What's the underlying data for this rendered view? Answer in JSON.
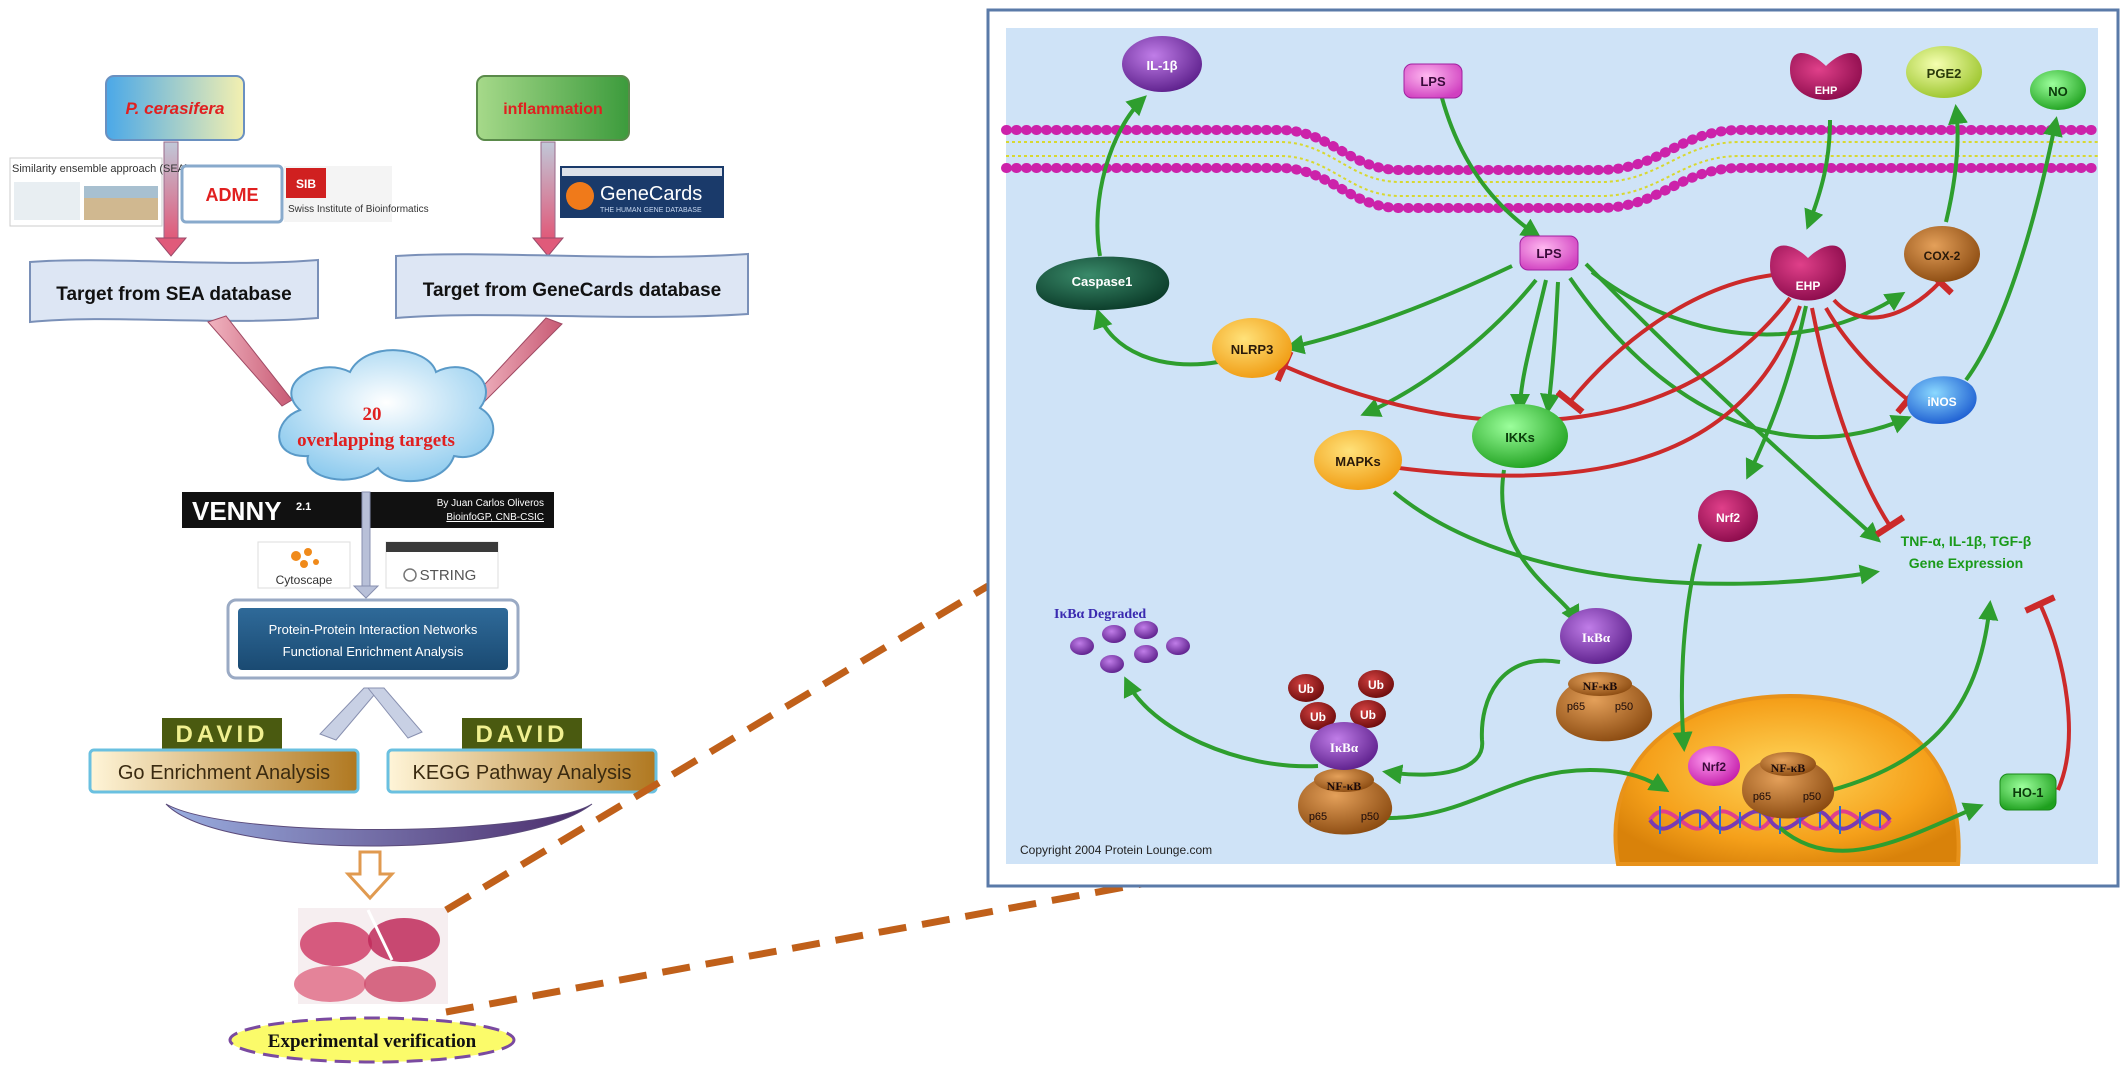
{
  "workflow": {
    "plant_label": "P. cerasifera",
    "disease_label": "inflammation",
    "sea_text": "Similarity ensemble approach (SEA)",
    "adme_label": "ADME",
    "sib_text": "Swiss Institute of Bioinformatics",
    "sib_logo": "SIB",
    "genecards_logo": "GeneCards",
    "genecards_tagline": "THE HUMAN GENE DATABASE",
    "target_sea": "Target from SEA database",
    "target_genecards": "Target from GeneCards database",
    "overlap_count": "20",
    "overlap_label": "overlapping targets",
    "venny_title": "VENNY",
    "venny_version": "2.1",
    "venny_author": "By Juan Carlos Oliveros",
    "venny_affil": "BioinfoGP, CNB-CSIC",
    "cytoscape_label": "Cytoscape",
    "string_label": "STRING",
    "ppi_line1": "Protein-Protein Interaction Networks",
    "ppi_line2": "Functional Enrichment Analysis",
    "david_logo": "DAVID",
    "go_label": "Go Enrichment Analysis",
    "kegg_label": "KEGG Pathway Analysis",
    "experimental": "Experimental verification"
  },
  "pathway": {
    "il1b": "IL-1β",
    "lps_top": "LPS",
    "ehp_top": "EHP",
    "pge2": "PGE2",
    "no": "NO",
    "caspase1": "Caspase1",
    "lps_mid": "LPS",
    "ehp_mid": "EHP",
    "cox2": "COX-2",
    "nlrp3": "NLRP3",
    "inos": "iNOS",
    "ikks": "IKKs",
    "mapks": "MAPKs",
    "nrf2": "Nrf2",
    "gene_expr_line1": "TNF-α, IL-1β, TGF-β",
    "gene_expr_line2": "Gene Expression",
    "ikba_degraded": "IκBα Degraded",
    "ikba": "IκBα",
    "nfkb": "NF-κB",
    "p65": "p65",
    "p50": "p50",
    "ub": "Ub",
    "nrf2_nuc": "Nrf2",
    "ho1": "HO-1",
    "copyright": "Copyright 2004 Protein Lounge.com"
  },
  "colors": {
    "activation": "#2e9e2e",
    "inhibition": "#cc2a2a",
    "connector": "#c0601a",
    "panel_bg": "#cfe3f7"
  }
}
